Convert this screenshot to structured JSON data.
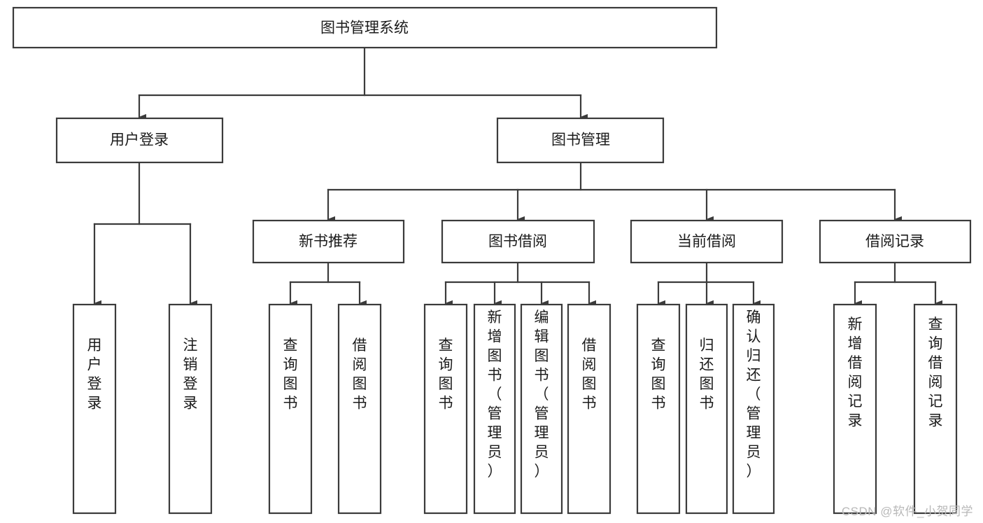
{
  "diagram": {
    "type": "tree-hierarchy-flowchart",
    "title": "图书管理系统",
    "watermark": "CSDN @软件_小贺同学",
    "colors": {
      "box_stroke": "#3b3b3b",
      "box_fill": "#ffffff",
      "text": "#1b1b1b",
      "background": "#ffffff",
      "watermark": "#b8b8b8"
    },
    "levels": {
      "level1": [
        {
          "id": "root",
          "label": "图书管理系统"
        }
      ],
      "level2": [
        {
          "id": "user-login",
          "label": "用户登录"
        },
        {
          "id": "book-manage",
          "label": "图书管理"
        }
      ],
      "level3": [
        {
          "id": "new-book-recommend",
          "label": "新书推荐"
        },
        {
          "id": "book-borrow",
          "label": "图书借阅"
        },
        {
          "id": "current-borrow",
          "label": "当前借阅"
        },
        {
          "id": "borrow-record",
          "label": "借阅记录"
        }
      ],
      "level4": [
        {
          "id": "leaf-user-login",
          "parent": "user-login",
          "label": "用户登录"
        },
        {
          "id": "leaf-logout-login",
          "parent": "user-login",
          "label": "注销登录"
        },
        {
          "id": "leaf-query-book-1",
          "parent": "new-book-recommend",
          "label": "查询图书"
        },
        {
          "id": "leaf-borrow-book-1",
          "parent": "new-book-recommend",
          "label": "借阅图书"
        },
        {
          "id": "leaf-query-book-2",
          "parent": "book-borrow",
          "label": "查询图书"
        },
        {
          "id": "leaf-add-book",
          "parent": "book-borrow",
          "label": "新增图书（管理员）"
        },
        {
          "id": "leaf-edit-book",
          "parent": "book-borrow",
          "label": "编辑图书（管理员）"
        },
        {
          "id": "leaf-borrow-book-2",
          "parent": "book-borrow",
          "label": "借阅图书"
        },
        {
          "id": "leaf-query-book-3",
          "parent": "current-borrow",
          "label": "查询图书"
        },
        {
          "id": "leaf-return-book",
          "parent": "current-borrow",
          "label": "归还图书"
        },
        {
          "id": "leaf-confirm-return",
          "parent": "current-borrow",
          "label": "确认归还（管理员）"
        },
        {
          "id": "leaf-add-record",
          "parent": "borrow-record",
          "label": "新增借阅记录"
        },
        {
          "id": "leaf-query-record",
          "parent": "borrow-record",
          "label": "查询借阅记录"
        }
      ]
    }
  }
}
